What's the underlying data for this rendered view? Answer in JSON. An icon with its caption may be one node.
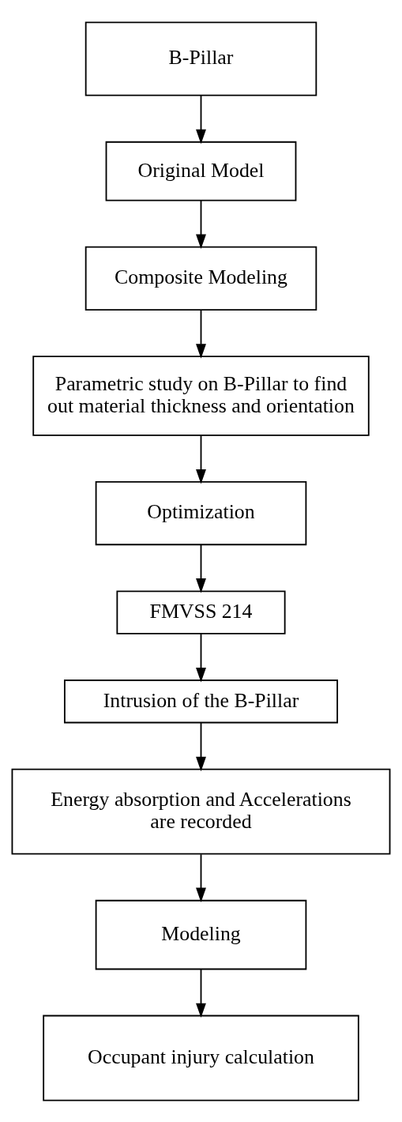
{
  "diagram": {
    "nodes": [
      {
        "text": [
          "B-Pillar"
        ]
      },
      {
        "text": [
          "Original Model"
        ]
      },
      {
        "text": [
          "Composite Modeling"
        ]
      },
      {
        "text": [
          "Parametric study on B-Pillar to find out material thickness and orientation"
        ]
      },
      {
        "text": [
          "Optimization"
        ]
      },
      {
        "text": [
          "FMVSS 214"
        ]
      },
      {
        "text": [
          "Intrusion of the B-Pillar"
        ]
      },
      {
        "text": [
          "Energy absorption and Accelerations are recorded"
        ]
      },
      {
        "text": [
          "Modeling"
        ]
      },
      {
        "text": [
          "Occupant injury calculation"
        ]
      }
    ],
    "edges": [
      {
        "from": 0,
        "to": 1,
        "arrow": "to"
      },
      {
        "from": 1,
        "to": 2,
        "arrow": "to"
      },
      {
        "from": 2,
        "to": 3,
        "arrow": "to"
      },
      {
        "from": 3,
        "to": 4,
        "arrow": "to"
      },
      {
        "from": 4,
        "to": 5,
        "arrow": "to"
      },
      {
        "from": 5,
        "to": 6,
        "arrow": "to"
      },
      {
        "from": 6,
        "to": 7,
        "arrow": "to"
      },
      {
        "from": 7,
        "to": 8,
        "arrow": "to"
      },
      {
        "from": 8,
        "to": 9,
        "arrow": "to"
      }
    ]
  }
}
